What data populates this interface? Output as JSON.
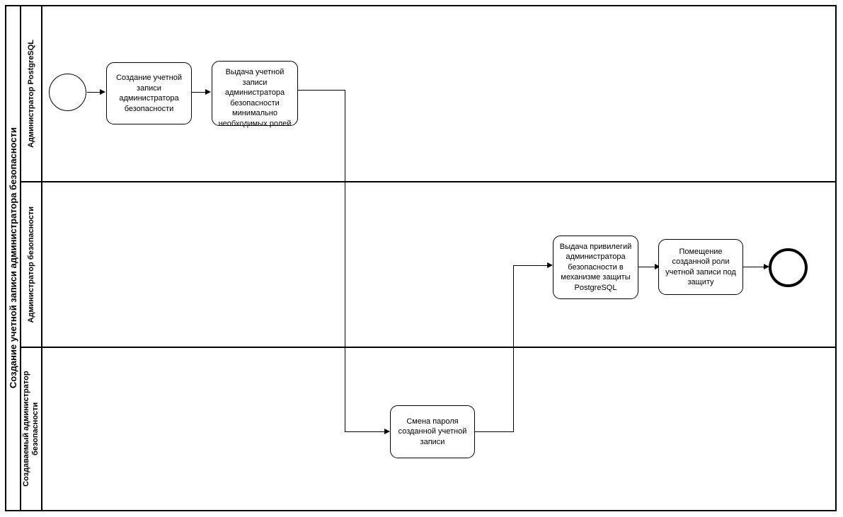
{
  "diagram": {
    "type": "bpmn-swimlane",
    "pool_title": "Создание учетной записи администратора безопасности",
    "background": "#ffffff",
    "stroke": "#000000"
  },
  "lanes": [
    {
      "id": "lane-postgresql-admin",
      "label": "Администратор PostgreSQL"
    },
    {
      "id": "lane-security-admin",
      "label": "Администратор безопасности"
    },
    {
      "id": "lane-created-security-admin",
      "label": "Создаваемый администратор безопасности"
    }
  ],
  "events": [
    {
      "id": "start-event",
      "name": "start-event",
      "lane": "lane-postgresql-admin",
      "kind": "start"
    },
    {
      "id": "end-event",
      "name": "end-event",
      "lane": "lane-security-admin",
      "kind": "end"
    }
  ],
  "tasks": [
    {
      "id": "task-create-account",
      "lane": "lane-postgresql-admin",
      "label": "Создание учетной записи администратора безопасности"
    },
    {
      "id": "task-grant-roles",
      "lane": "lane-postgresql-admin",
      "label": "Выдача учетной записи администратора безопасности минимально необходимых ролей"
    },
    {
      "id": "task-grant-privileges",
      "lane": "lane-security-admin",
      "label": "Выдача привилегий администратора безопасности в механизме защиты PostgreSQL"
    },
    {
      "id": "task-protect-role",
      "lane": "lane-security-admin",
      "label": "Помещение созданной роли учетной записи под защиту"
    },
    {
      "id": "task-change-password",
      "lane": "lane-created-security-admin",
      "label": "Смена пароля созданной учетной записи"
    }
  ],
  "flows": [
    {
      "id": "flow-start-to-create",
      "from": "start-event",
      "to": "task-create-account"
    },
    {
      "id": "flow-create-to-roles",
      "from": "task-create-account",
      "to": "task-grant-roles"
    },
    {
      "id": "flow-roles-to-password",
      "from": "task-grant-roles",
      "to": "task-change-password"
    },
    {
      "id": "flow-password-to-privileges",
      "from": "task-change-password",
      "to": "task-grant-privileges"
    },
    {
      "id": "flow-privileges-to-protect",
      "from": "task-grant-privileges",
      "to": "task-protect-role"
    },
    {
      "id": "flow-protect-to-end",
      "from": "task-protect-role",
      "to": "end-event"
    }
  ]
}
